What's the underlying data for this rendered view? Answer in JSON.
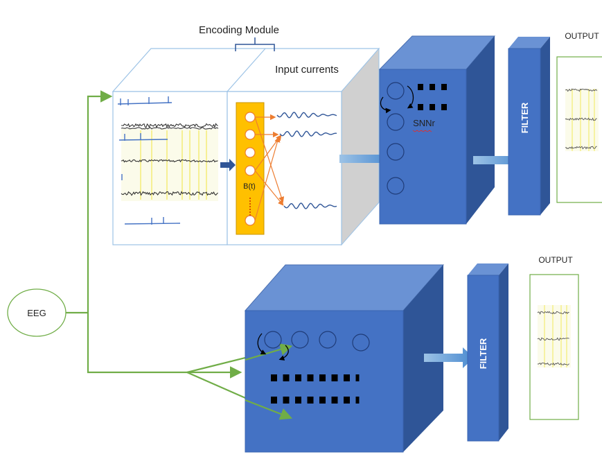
{
  "labels": {
    "encoding_module": "Encoding Module",
    "input_currents": "Input currents",
    "snnr": "SNNr",
    "filter_top": "FILTER",
    "filter_bottom": "FILTER",
    "output_top": "OUTPUT",
    "output_bottom": "OUTPUT",
    "eeg": "EEG",
    "bt": "B(t)"
  },
  "colors": {
    "cube_front": "#4472c4",
    "cube_top": "#6a92d4",
    "cube_side": "#2f5597",
    "encoder": "#ffc000",
    "eeg_green": "#70ad47",
    "orange": "#ed7d31",
    "arrow_blue": "#5b9bd5",
    "box_outline": "#9dc3e6"
  },
  "icons": [
    "curved-arrow-icon",
    "block-arrow-icon",
    "neuron-circle-icon"
  ]
}
